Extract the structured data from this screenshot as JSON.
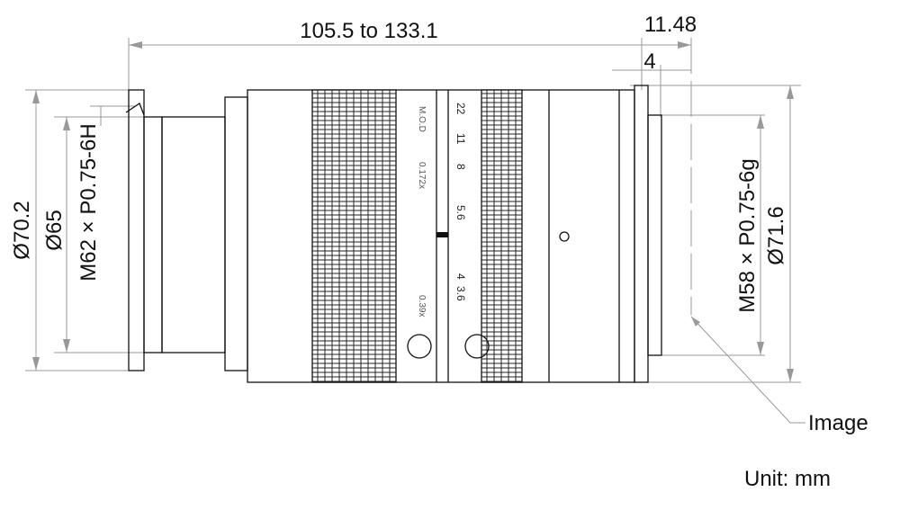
{
  "dimensions": {
    "length": "105.5 to 133.1",
    "back_focal": "11.48",
    "flange_depth": "4",
    "outer_diameter_left": "Ø70.2",
    "inner_diameter_left": "Ø65",
    "filter_thread": "M62 × P0.75-6H",
    "mount_thread": "M58 × P0.75-6g",
    "outer_diameter_right": "Ø71.6"
  },
  "scales": {
    "focus_marks": [
      "M.O.D",
      "0.172x",
      "0.39x"
    ],
    "aperture_marks": [
      "22",
      "11",
      "8",
      "5.6",
      "4",
      "3.6"
    ]
  },
  "labels": {
    "image_plane": "Image",
    "unit": "Unit: mm"
  }
}
